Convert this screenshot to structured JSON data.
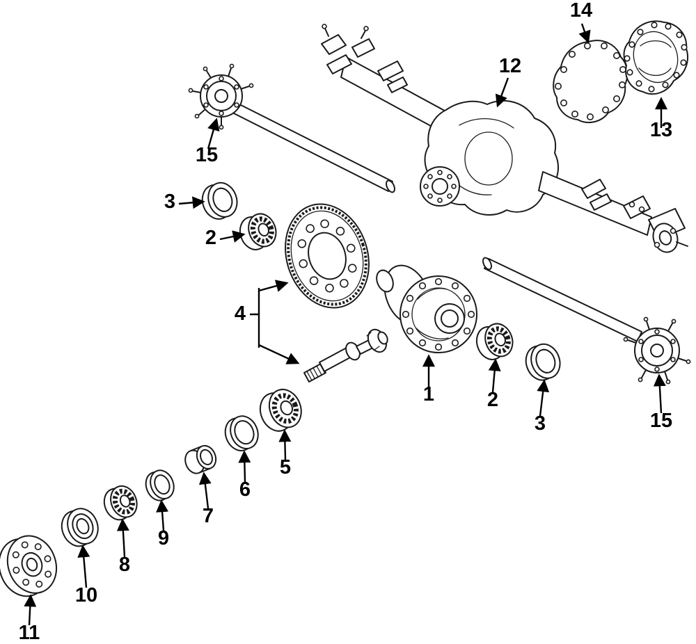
{
  "diagram": {
    "colors": {
      "background": "#ffffff",
      "line_art": "#1a1a1a",
      "labels": "#000000"
    },
    "callouts": [
      {
        "label": "14",
        "part": "cover-gasket"
      },
      {
        "label": "13",
        "part": "differential-cover"
      },
      {
        "label": "12",
        "part": "axle-housing"
      },
      {
        "label": "15",
        "part": "axle-shaft-hub-left"
      },
      {
        "label": "3",
        "part": "bearing-race-left"
      },
      {
        "label": "2",
        "part": "tapered-bearing-left"
      },
      {
        "label": "4",
        "part": "ring-and-pinion-gear-set"
      },
      {
        "label": "1",
        "part": "differential-case"
      },
      {
        "label": "2",
        "part": "tapered-bearing-right"
      },
      {
        "label": "3",
        "part": "bearing-race-right"
      },
      {
        "label": "15",
        "part": "axle-shaft-hub-right"
      },
      {
        "label": "5",
        "part": "pinion-inner-bearing"
      },
      {
        "label": "6",
        "part": "seal-ring"
      },
      {
        "label": "7",
        "part": "bearing-spacer"
      },
      {
        "label": "9",
        "part": "retainer-ring"
      },
      {
        "label": "8",
        "part": "pinion-outer-bearing"
      },
      {
        "label": "10",
        "part": "pinion-oil-seal"
      },
      {
        "label": "11",
        "part": "pinion-flange"
      }
    ]
  }
}
